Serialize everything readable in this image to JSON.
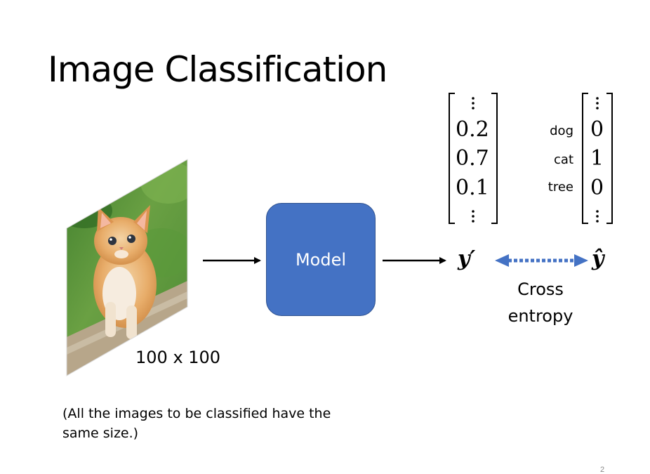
{
  "slide": {
    "title": "Image Classification",
    "image_size_label": "100 x 100",
    "model_label": "Model",
    "prediction_symbol": "y′",
    "target_symbol": "ŷ",
    "loss_line1": "Cross",
    "loss_line2": "entropy",
    "note": "(All the images to be classified have the same size.)",
    "page_number": "2"
  },
  "prediction_vector": {
    "values": [
      "0.2",
      "0.7",
      "0.1"
    ]
  },
  "target_vector": {
    "labels": [
      "dog",
      "cat",
      "tree"
    ],
    "values": [
      "0",
      "1",
      "0"
    ]
  },
  "colors": {
    "model_fill": "#4472c4",
    "model_border": "#2f528f",
    "loss_arrow": "#4472c4"
  },
  "icons": {
    "input_image": "kitten-photo",
    "flow_arrows": "right-arrow",
    "loss_arrow": "dotted-double-arrow"
  }
}
